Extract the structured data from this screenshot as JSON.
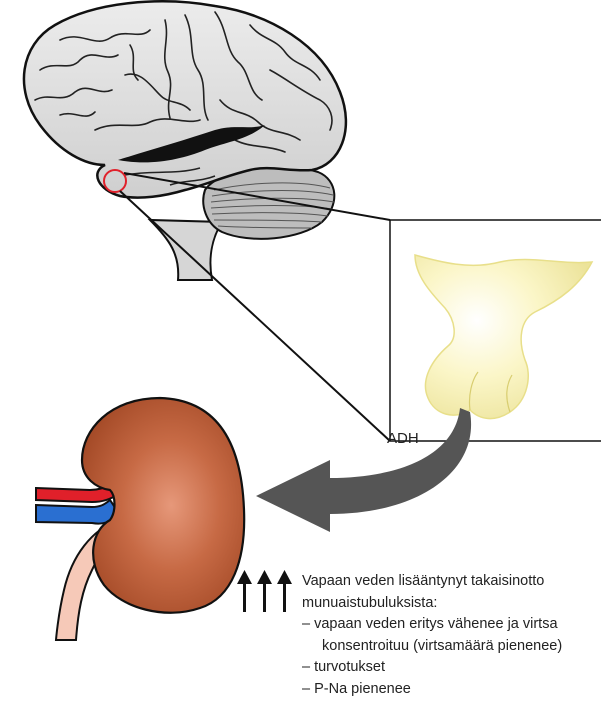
{
  "labels": {
    "hormone": "ADH"
  },
  "description": {
    "title_line1": "Vapaan veden lisääntynyt takaisinotto",
    "title_line2": "munuaistubuluksista:",
    "bullet1_line1": "– vapaan veden eritys vähenee ja virtsa",
    "bullet1_line2": "konsentroituu (virtsamäärä pienenee)",
    "bullet2": "– turvotukset",
    "bullet3": "– P-Na pienenee"
  },
  "colors": {
    "brain_fill": "#d8d8d8",
    "highlight_circle": "#e0202a",
    "pituitary_fill": "#fbf6b3",
    "kidney_fill": "#b4542e",
    "artery": "#e0202a",
    "vein": "#2a6fd1",
    "ureter": "#f6c9b8",
    "arrow": "#555555"
  }
}
